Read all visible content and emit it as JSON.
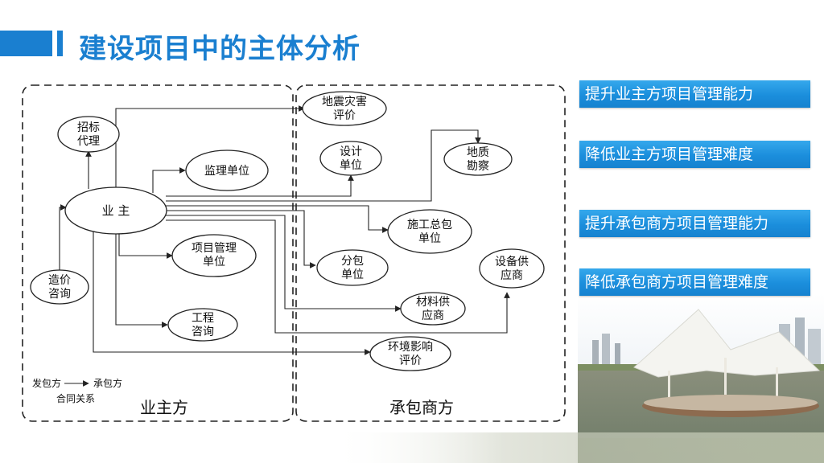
{
  "header": {
    "title": "建设项目中的主体分析"
  },
  "side_panel": {
    "items": [
      {
        "label": "提升业主方项目管理能力"
      },
      {
        "label": "降低业主方项目管理难度"
      },
      {
        "label": "提升承包商方项目管理能力"
      },
      {
        "label": "降低承包商方项目管理难度"
      }
    ]
  },
  "diagram": {
    "nodes": {
      "owner": "业 主",
      "bidding_agent": [
        "招标",
        "代理"
      ],
      "supervision": "监理单位",
      "pm_unit": [
        "项目管理",
        "单位"
      ],
      "cost_consult": [
        "造价",
        "咨询"
      ],
      "eng_consult": [
        "工程",
        "咨询"
      ],
      "seismic": [
        "地震灾害",
        "评价"
      ],
      "design": [
        "设计",
        "单位"
      ],
      "geology": [
        "地质",
        "勘察"
      ],
      "gc": [
        "施工总包",
        "单位"
      ],
      "subcontract": [
        "分包",
        "单位"
      ],
      "equipment": [
        "设备供",
        "应商"
      ],
      "material": [
        "材料供",
        "应商"
      ],
      "env": [
        "环境影响",
        "评价"
      ]
    },
    "legend": {
      "from": "发包方",
      "to": "承包方",
      "caption": "合同关系"
    },
    "groups": {
      "owner_side": "业主方",
      "contractor_side": "承包商方"
    }
  }
}
